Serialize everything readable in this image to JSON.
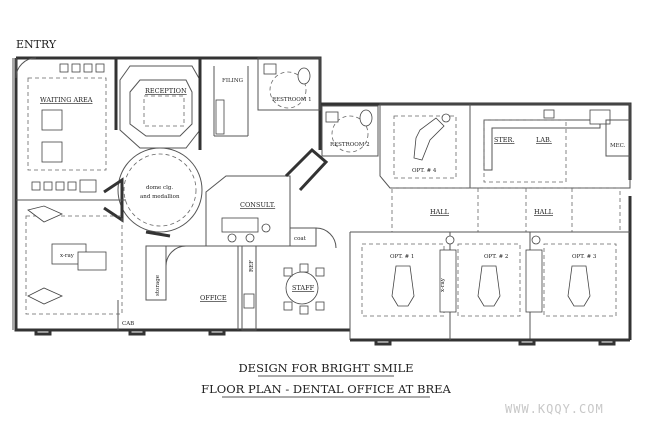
{
  "labels": {
    "entry": "ENTRY",
    "waiting_area": "WAITING AREA",
    "reception": "RECEPTION",
    "filing": "FILING",
    "restroom_1": "RESTROOM 1",
    "restroom_2": "RESTROOM 2",
    "opt4": "OPT. # 4",
    "ster": "STER.",
    "lab": "LAB.",
    "mec": "MEC.",
    "dome_line1": "dome clg.",
    "dome_line2": "and medallion",
    "consult": "CONSULT.",
    "coat": "coat",
    "hall_left": "HALL",
    "hall_right": "HALL",
    "xray_left": "x-ray",
    "storage": "storage",
    "ref": "REF",
    "staff": "STAFF",
    "office": "OFFICE",
    "opt1": "OPT. # 1",
    "opt2": "OPT. # 2",
    "opt3": "OPT. # 3",
    "xray_center": "x-ray",
    "cab": "CAB"
  },
  "title": {
    "line1": "DESIGN FOR BRIGHT SMILE",
    "line2": "FLOOR PLAN - DENTAL OFFICE AT BREA"
  },
  "watermark": "WWW.KQQY.COM"
}
